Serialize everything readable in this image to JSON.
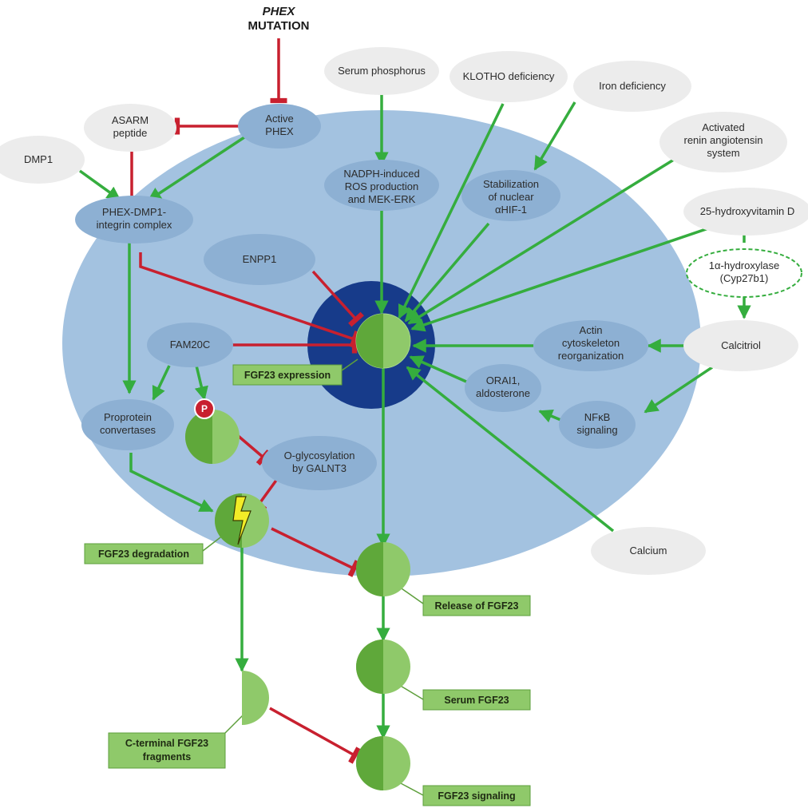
{
  "colors": {
    "cell": "#a3c2e0",
    "nucleus": "#173b8a",
    "inner_node": "#8db0d3",
    "outer_node": "#ececec",
    "green_arrow": "#35ad3e",
    "red_inhibit": "#c8202f",
    "fgf_light": "#8fc96a",
    "fgf_dark": "#5fa83a",
    "label_box": "#8fc96a",
    "label_border": "#5e9f3c"
  },
  "title": {
    "gene": "PHEX",
    "word": "MUTATION"
  },
  "nodes": {
    "serum_phosphorus": "Serum phosphorus",
    "klotho": "KLOTHO deficiency",
    "iron": "Iron deficiency",
    "ras": [
      "Activated",
      "renin angiotensin",
      "system"
    ],
    "dmp1": "DMP1",
    "asarm": [
      "ASARM",
      "peptide"
    ],
    "active_phex": [
      "Active",
      "PHEX"
    ],
    "phex_complex": [
      "PHEX-DMP1-",
      "integrin complex"
    ],
    "nadph": [
      "NADPH-induced",
      "ROS production",
      "and MEK-ERK"
    ],
    "stabilization": [
      "Stabilization",
      "of nuclear",
      "αHIF-1"
    ],
    "vitd": "25-hydroxyvitamin D",
    "hydroxylase": [
      "1α-hydroxylase",
      "(Cyp27b1)"
    ],
    "enpp1": "ENPP1",
    "fam20c": "FAM20C",
    "actin": [
      "Actin",
      "cytoskeleton",
      "reorganization"
    ],
    "calcitriol": "Calcitriol",
    "orai1": [
      "ORAI1,",
      "aldosterone"
    ],
    "nfkb": [
      "NFκB",
      "signaling"
    ],
    "proprotein": [
      "Proprotein",
      "convertases"
    ],
    "oglyco": [
      "O-glycosylation",
      "by GALNT3"
    ],
    "calcium": "Calcium"
  },
  "labels": {
    "expression": "FGF23 expression",
    "degradation": "FGF23 degradation",
    "release": "Release of FGF23",
    "serum": "Serum FGF23",
    "cterm": [
      "C-terminal FGF23",
      "fragments"
    ],
    "signaling": "FGF23 signaling"
  },
  "phospho_badge": "P",
  "icons": [
    "lightning-bolt-icon",
    "phosphate-badge-icon"
  ]
}
